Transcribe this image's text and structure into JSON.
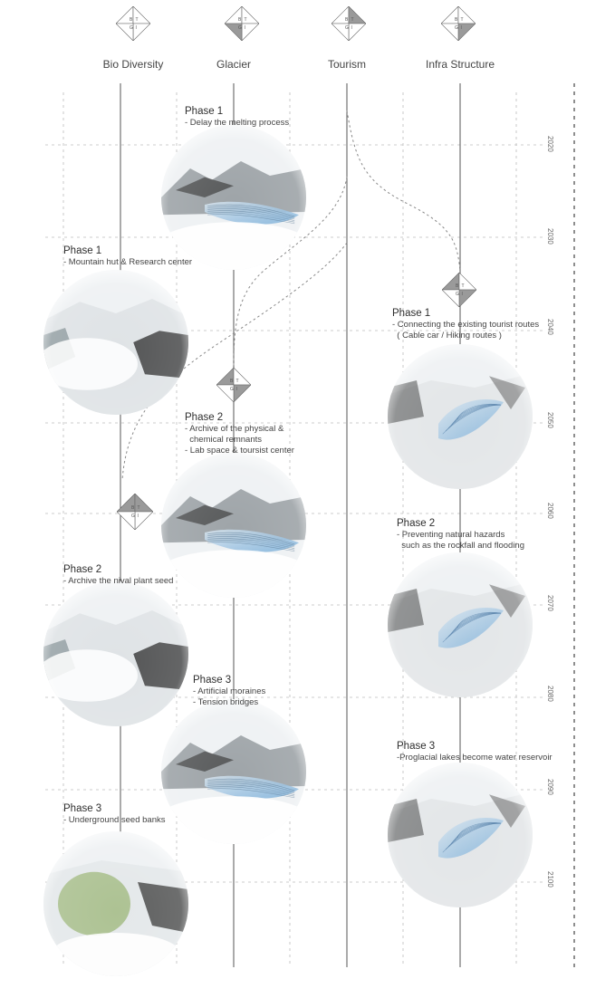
{
  "columns": [
    {
      "label": "Bio Diversity"
    },
    {
      "label": "Glacier"
    },
    {
      "label": "Tourism"
    },
    {
      "label": "Infra Structure"
    }
  ],
  "diamond_letters": {
    "top_left": "B",
    "top_right": "T",
    "bottom_left": "G",
    "bottom_right": "I"
  },
  "years": [
    "2020",
    "2030",
    "2040",
    "2050",
    "2060",
    "2070",
    "2080",
    "2090",
    "2100"
  ],
  "phases": {
    "glacier_1": {
      "title": "Phase 1",
      "lines": [
        "- Delay the melting process"
      ]
    },
    "bio_1": {
      "title": "Phase 1",
      "lines": [
        "- Mountain hut & Research center"
      ]
    },
    "infra_1": {
      "title": "Phase 1",
      "lines": [
        "- Connecting the existing tourist routes",
        "  ( Cable car / Hiking routes )"
      ]
    },
    "glacier_2": {
      "title": "Phase 2",
      "lines": [
        "- Archive of the physical &",
        "  chemical remnants",
        "- Lab space & toursist center"
      ]
    },
    "infra_2": {
      "title": "Phase 2",
      "lines": [
        "- Preventing natural hazards",
        "  such as the rockfall and flooding"
      ]
    },
    "bio_2": {
      "title": "Phase 2",
      "lines": [
        "- Archive the nival plant seed"
      ]
    },
    "glacier_3": {
      "title": "Phase 3",
      "lines": [
        "- Artificial moraines",
        "- Tension bridges"
      ]
    },
    "infra_3": {
      "title": "Phase 3",
      "lines": [
        "-Proglacial lakes become water reservoir"
      ]
    },
    "bio_3": {
      "title": "Phase 3",
      "lines": [
        "- Underground seed banks"
      ]
    }
  },
  "colors": {
    "axis": "#555555",
    "grid": "#bdbdbd",
    "glacier_blue": "#6fa8d6",
    "snow": "#eef1f3",
    "rock": "#3b3b3b",
    "moss": "#7fa24a"
  }
}
